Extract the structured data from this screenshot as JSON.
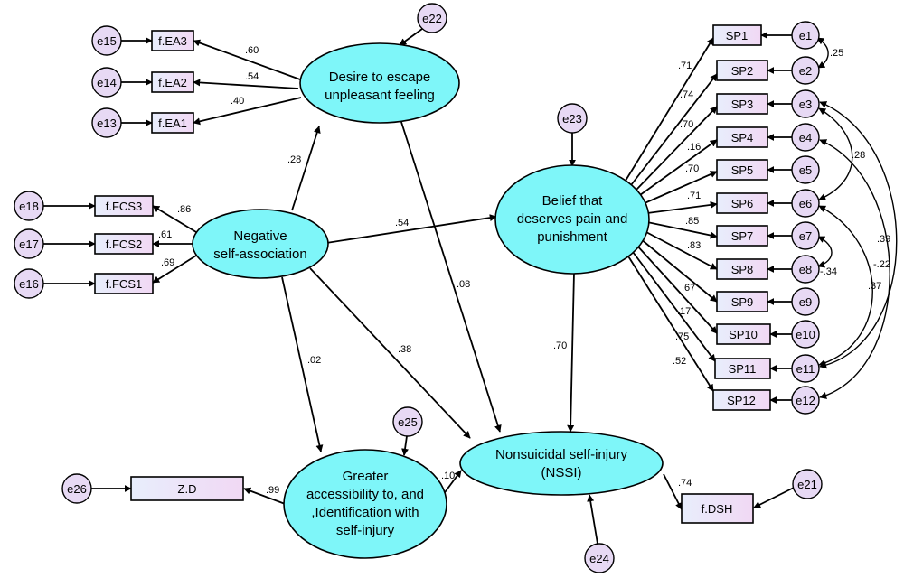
{
  "colors": {
    "latent_fill": "#7ef6f9",
    "observed_fill_start": "#e8eefc",
    "observed_fill_end": "#f1d8f4",
    "error_fill": "#e7d9f4",
    "stroke": "#000000"
  },
  "latent": {
    "desire": [
      "Desire to escape",
      "unpleasant feeling"
    ],
    "belief": [
      "Belief that",
      "deserves pain and",
      "punishment"
    ],
    "negative": [
      "Negative",
      "self-association"
    ],
    "greater": [
      "Greater",
      "accessibility to, and",
      ",Identification with",
      "self-injury"
    ],
    "nssi": [
      "Nonsuicidal self-injury",
      "(NSSI)"
    ]
  },
  "observed": {
    "fea3": "f.EA3",
    "fea2": "f.EA2",
    "fea1": "f.EA1",
    "ffcs3": "f.FCS3",
    "ffcs2": "f.FCS2",
    "ffcs1": "f.FCS1",
    "zd": "Z.D",
    "fdsh": "f.DSH",
    "sp1": "SP1",
    "sp2": "SP2",
    "sp3": "SP3",
    "sp4": "SP4",
    "sp5": "SP5",
    "sp6": "SP6",
    "sp7": "SP7",
    "sp8": "SP8",
    "sp9": "SP9",
    "sp10": "SP10",
    "sp11": "SP11",
    "sp12": "SP12"
  },
  "errors": {
    "e1": "e1",
    "e2": "e2",
    "e3": "e3",
    "e4": "e4",
    "e5": "e5",
    "e6": "e6",
    "e7": "e7",
    "e8": "e8",
    "e9": "e9",
    "e10": "e10",
    "e11": "e11",
    "e12": "e12",
    "e13": "e13",
    "e14": "e14",
    "e15": "e15",
    "e16": "e16",
    "e17": "e17",
    "e18": "e18",
    "e21": "e21",
    "e22": "e22",
    "e23": "e23",
    "e24": "e24",
    "e25": "e25",
    "e26": "e26"
  },
  "coefficients": {
    "desire_ea3": ".60",
    "desire_ea2": ".54",
    "desire_ea1": ".40",
    "neg_fcs3": ".86",
    "neg_fcs2": ".61",
    "neg_fcs1": ".69",
    "neg_desire": ".28",
    "neg_belief": ".54",
    "neg_greater": ".02",
    "neg_nssi": ".38",
    "desire_nssi": ".08",
    "belief_nssi": ".70",
    "greater_nssi": ".10",
    "greater_zd": ".99",
    "nssi_dsh": ".74",
    "sp1": ".71",
    "sp2": ".74",
    "sp3": ".70",
    "sp4": ".16",
    "sp5": ".70",
    "sp6": ".71",
    "sp7": ".85",
    "sp8": ".83",
    "sp9": ".67",
    "sp10": ".17",
    "sp11": ".75",
    "sp12": ".52",
    "cov_e1_e2": ".25",
    "cov_e3_e6": ".28",
    "cov_e3_e11": ".39",
    "cov_e4_e12": "-.22",
    "cov_e6_e11": ".37",
    "cov_e7_e8": "-.34"
  }
}
